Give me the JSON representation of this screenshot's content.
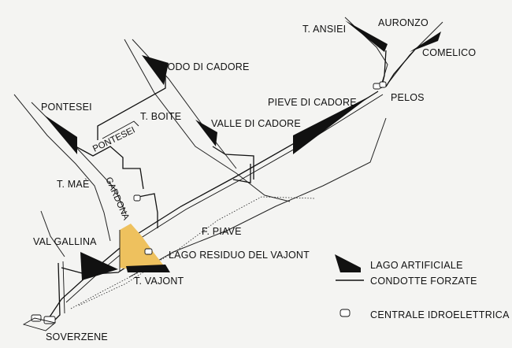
{
  "labels": {
    "auronzo": "AURONZO",
    "t_ansiei": "T. ANSIEI",
    "comelico": "COMELICO",
    "vodo_di_cadore": "VODO DI CADORE",
    "pelos": "PELOS",
    "pieve_di_cadore": "PIEVE DI CADORE",
    "pontesei_lake": "PONTESEI",
    "pontesei_pipe": "PONTESEI",
    "t_boite": "T. BOITE",
    "valle_di_cadore": "VALLE DI CADORE",
    "t_mae": "T. MAÈ",
    "gardona": "GARDONA",
    "f_piave": "F. PIAVE",
    "val_gallina": "VAL GALLINA",
    "lago_residuo_vajont": "LAGO RESIDUO DEL VAJONT",
    "t_vajont": "T. VAJONT",
    "soverzene": "SOVERZENE"
  },
  "legend": {
    "lake": "LAGO ARTIFICIALE",
    "pipes": "CONDOTTE FORZATE",
    "plant": "CENTRALE IDROELETTRICA"
  },
  "colors": {
    "background": "#f4f4f2",
    "ink": "#111111",
    "vajont_highlight": "#eec15e"
  }
}
